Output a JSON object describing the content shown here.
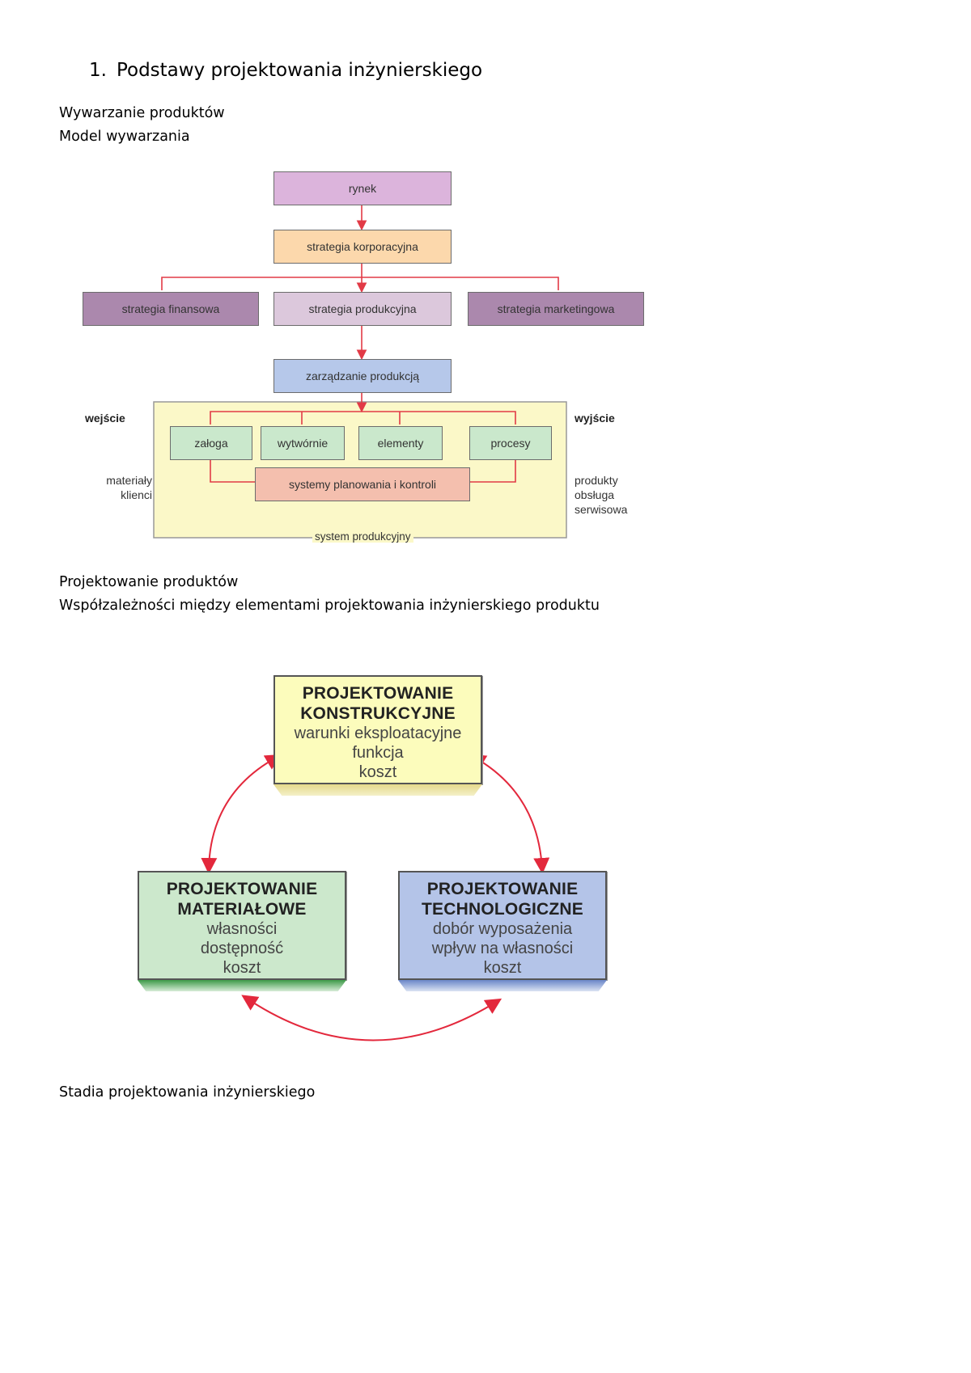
{
  "heading": {
    "number": "1.",
    "title": "Podstawy projektowania inżynierskiego"
  },
  "section1": {
    "line1": "Wywarzanie produktów",
    "line2": "Model wywarzania"
  },
  "model": {
    "rynek": "rynek",
    "strategia_korporacyjna": "strategia korporacyjna",
    "strategia_finansowa": "strategia finansowa",
    "strategia_produkcyjna": "strategia produkcyjna",
    "strategia_marketingowa": "strategia marketingowa",
    "zarzadzanie": "zarządzanie produkcją",
    "wejscie": "wejście",
    "wyjscie": "wyjście",
    "zaloga": "załoga",
    "wytwornie": "wytwórnie",
    "elementy": "elementy",
    "procesy": "procesy",
    "systemy": "systemy planowania i kontroli",
    "materialy": "materiały",
    "klienci": "klienci",
    "produkty": "produkty",
    "obsluga": "obsługa",
    "serwisowa": "serwisowa",
    "system": "system produkcyjny",
    "colors": {
      "rynek": "#dcb4dc",
      "korporacyjna": "#fcd8ac",
      "finansowa": "#ab88ad",
      "produkcyjna": "#dcc8dc",
      "marketingowa": "#ab88ad",
      "zarzadzanie": "#b6c8ea",
      "inner": "#cae8cc",
      "systemy": "#f4bfae",
      "frame": "#fbf8c8",
      "line": "#e23a46"
    }
  },
  "section2": {
    "line1": "Projektowanie produktów",
    "line2": "Współzależności między elementami projektowania inżynierskiego produktu"
  },
  "cycle": {
    "konstrukcyjne": {
      "title1": "PROJEKTOWANIE",
      "title2": "KONSTRUKCYJNE",
      "l1": "warunki eksploatacyjne",
      "l2": "funkcja",
      "l3": "koszt"
    },
    "materialowe": {
      "title1": "PROJEKTOWANIE",
      "title2": "MATERIAŁOWE",
      "l1": "własności",
      "l2": "dostępność",
      "l3": "koszt"
    },
    "technologiczne": {
      "title1": "PROJEKTOWANIE",
      "title2": "TECHNOLOGICZNE",
      "l1": "dobór wyposażenia",
      "l2": "wpływ na własności",
      "l3": "koszt"
    },
    "colors": {
      "konstrukcyjne": "#fcfcbc",
      "materialowe": "#cce8cc",
      "technologiczne": "#b4c4e8",
      "arrow": "#e3283c"
    }
  },
  "section3": {
    "line1": "Stadia projektowania inżynierskiego"
  }
}
